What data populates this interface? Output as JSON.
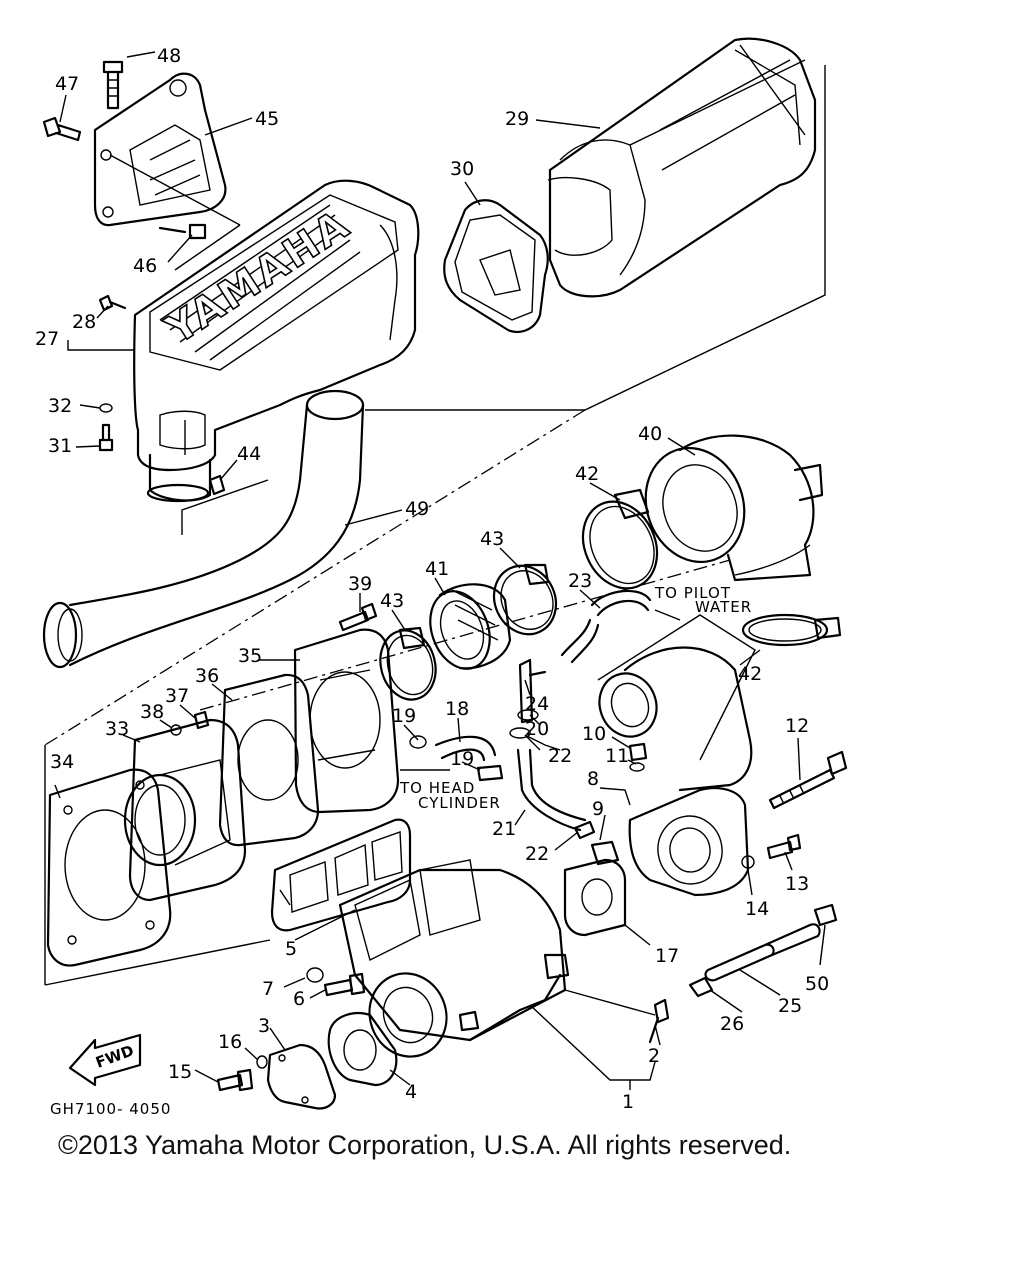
{
  "labels": {
    "l1": "1",
    "l2": "2",
    "l3": "3",
    "l4": "4",
    "l5": "5",
    "l6": "6",
    "l7": "7",
    "l8": "8",
    "l9": "9",
    "l10": "10",
    "l11": "11",
    "l12": "12",
    "l13": "13",
    "l14": "14",
    "l15": "15",
    "l16": "16",
    "l17": "17",
    "l18": "18",
    "l19a": "19",
    "l19b": "19",
    "l20": "20",
    "l21": "21",
    "l22a": "22",
    "l22b": "22",
    "l23": "23",
    "l24": "24",
    "l25": "25",
    "l26": "26",
    "l27": "27",
    "l28": "28",
    "l29": "29",
    "l30": "30",
    "l31": "31",
    "l32": "32",
    "l33": "33",
    "l34": "34",
    "l35": "35",
    "l36": "36",
    "l37": "37",
    "l38": "38",
    "l39": "39",
    "l40": "40",
    "l41": "41",
    "l42a": "42",
    "l42b": "42",
    "l43a": "43",
    "l43b": "43",
    "l44": "44",
    "l45": "45",
    "l46": "46",
    "l47": "47",
    "l48": "48",
    "l49": "49",
    "l50": "50"
  },
  "notes": {
    "pilot_1": "TO PILOT",
    "pilot_2": "WATER",
    "head_1": "TO HEAD",
    "head_2": "CYLINDER"
  },
  "logo_text": "YAMAHA",
  "fwd_text": "FWD",
  "drawing_code": "GH7100- 4050",
  "copyright": "©2013 Yamaha Motor Corporation, U.S.A. All rights reserved."
}
